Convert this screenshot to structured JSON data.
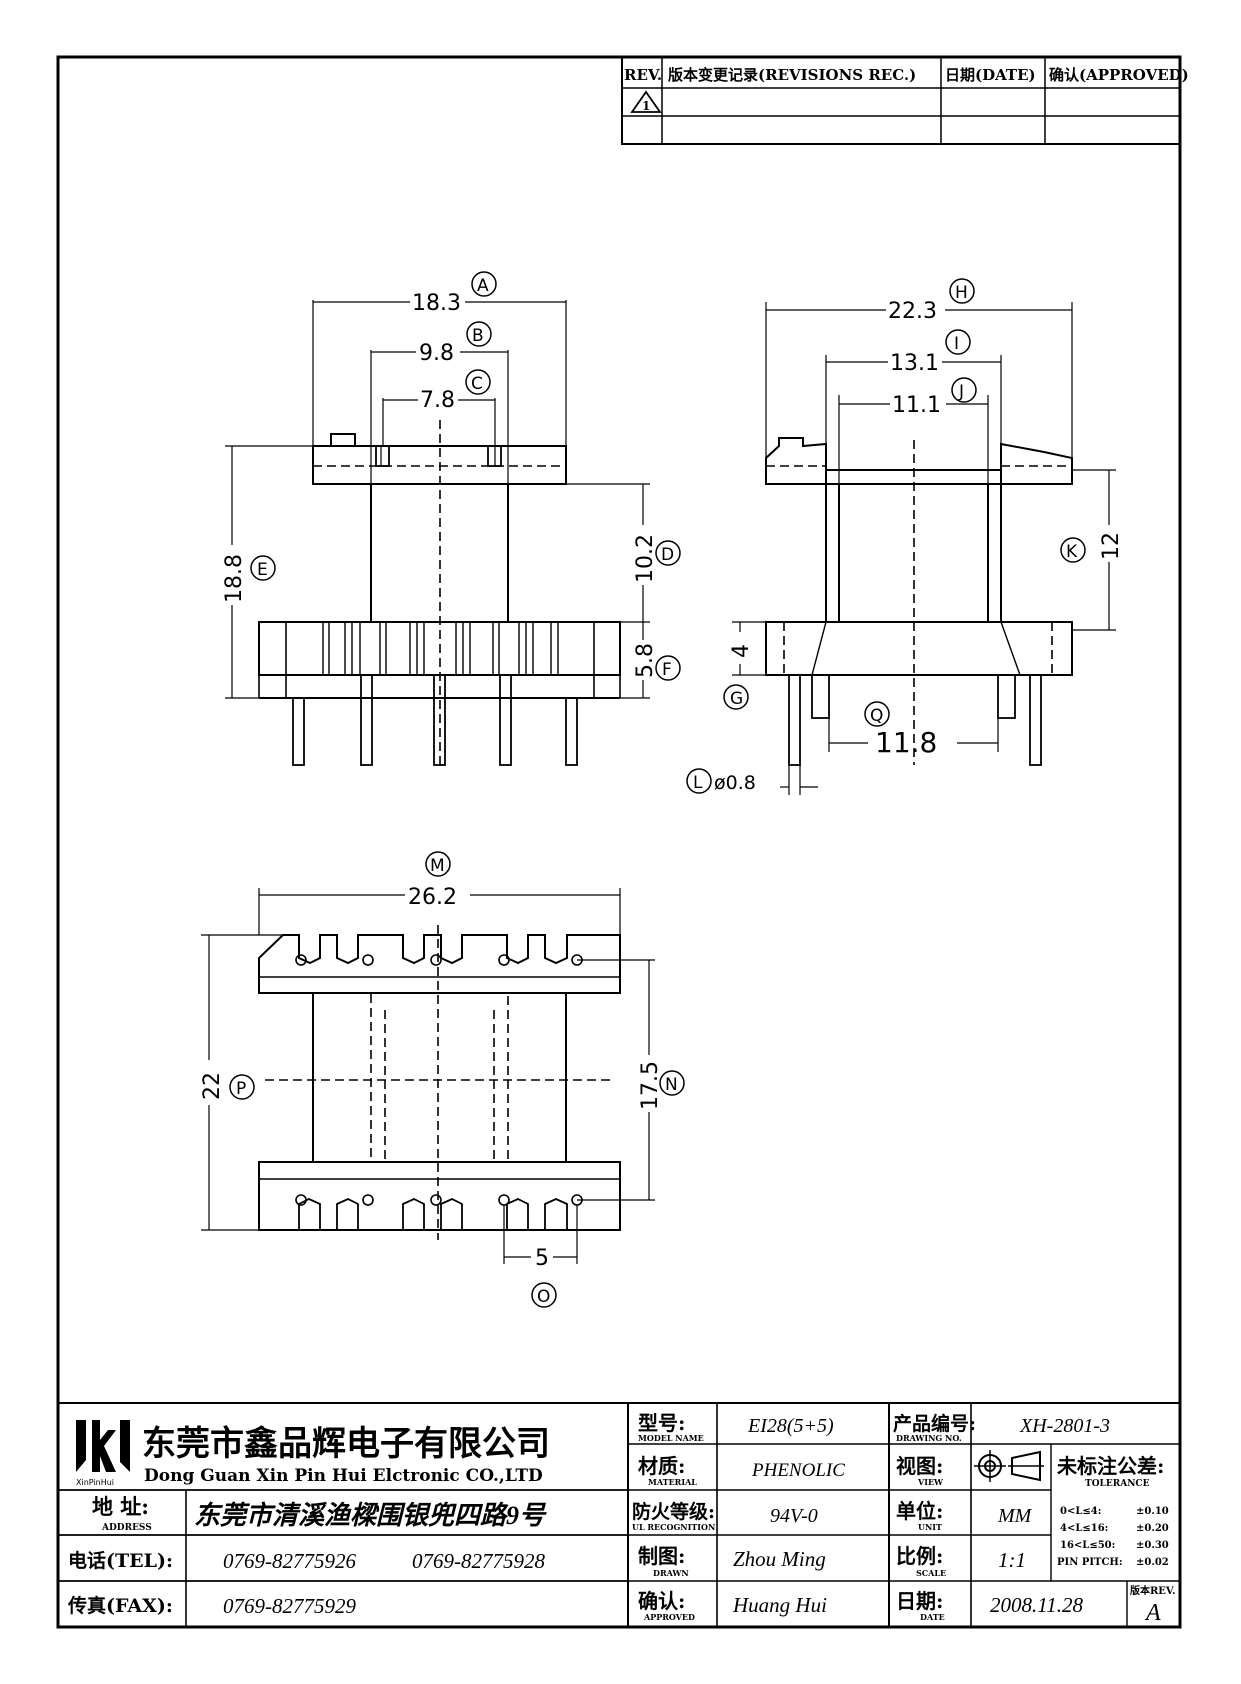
{
  "revision_block": {
    "rev_header": "REV.",
    "revisions_header": "版本变更记录(REVISIONS REC.)",
    "date_header": "日期(DATE)",
    "approved_header": "确认(APPROVED)",
    "rev_1_symbol": "1"
  },
  "front_view": {
    "dim_A": {
      "value": "18.3",
      "tag": "A"
    },
    "dim_B": {
      "value": "9.8",
      "tag": "B"
    },
    "dim_C": {
      "value": "7.8",
      "tag": "C"
    },
    "dim_D": {
      "value": "10.2",
      "tag": "D"
    },
    "dim_E": {
      "value": "18.8",
      "tag": "E"
    },
    "dim_F": {
      "value": "5.8",
      "tag": "F"
    }
  },
  "side_view": {
    "dim_H": {
      "value": "22.3",
      "tag": "H"
    },
    "dim_I": {
      "value": "13.1",
      "tag": "I"
    },
    "dim_J": {
      "value": "11.1",
      "tag": "J"
    },
    "dim_K": {
      "value": "12",
      "tag": "K"
    },
    "dim_G": {
      "value": "4",
      "tag": "G"
    },
    "dim_Q": {
      "value": "11.8",
      "tag": "Q"
    },
    "dim_L": {
      "value": "ø0.8",
      "tag": "L"
    }
  },
  "bottom_view": {
    "dim_M": {
      "value": "26.2",
      "tag": "M"
    },
    "dim_P": {
      "value": "22",
      "tag": "P"
    },
    "dim_N": {
      "value": "17.5",
      "tag": "N"
    },
    "dim_O": {
      "value": "5",
      "tag": "O"
    }
  },
  "title_block": {
    "company_cn": "东莞市鑫品辉电子有限公司",
    "company_en": "Dong Guan Xin Pin Hui Elctronic CO.,LTD",
    "logo_text": "XinPinHui",
    "address_label_cn": "地 址:",
    "address_label_en": "ADDRESS",
    "address_value": "东莞市清溪渔樑围银兜四路9号",
    "tel_label": "电话(TEL):",
    "tel_value_1": "0769-82775926",
    "tel_value_2": "0769-82775928",
    "fax_label": "传真(FAX):",
    "fax_value": "0769-82775929",
    "model_label_cn": "型号:",
    "model_label_en": "MODEL NAME",
    "model_value": "EI28(5+5)",
    "material_label_cn": "材质:",
    "material_label_en": "MATERIAL",
    "material_value": "PHENOLIC",
    "ul_label_cn": "防火等级:",
    "ul_label_en": "UL RECOGNITION",
    "ul_value": "94V-0",
    "drawn_label_cn": "制图:",
    "drawn_label_en": "DRAWN",
    "drawn_value": "Zhou Ming",
    "approved_label_cn": "确认:",
    "approved_label_en": "APPROVED",
    "approved_value": "Huang Hui",
    "drawing_no_label_cn": "产品编号:",
    "drawing_no_label_en": "DRAWING NO.",
    "drawing_no_value": "XH-2801-3",
    "view_label_cn": "视图:",
    "view_label_en": "VIEW",
    "unit_label_cn": "单位:",
    "unit_label_en": "UNIT",
    "unit_value": "MM",
    "scale_label_cn": "比例:",
    "scale_label_en": "SCALE",
    "scale_value": "1:1",
    "date_label_cn": "日期:",
    "date_label_en": "DATE",
    "date_value": "2008.11.28",
    "tolerance_label_cn": "未标注公差:",
    "tolerance_label_en": "TOLERANCE",
    "tol_rows": [
      {
        "range": "0<L≤4:",
        "value": "±0.10"
      },
      {
        "range": "4<L≤16:",
        "value": "±0.20"
      },
      {
        "range": "16<L≤50:",
        "value": "±0.30"
      },
      {
        "range": "PIN PITCH:",
        "value": "±0.02"
      }
    ],
    "rev_label": "版本REV.",
    "rev_value": "A"
  }
}
